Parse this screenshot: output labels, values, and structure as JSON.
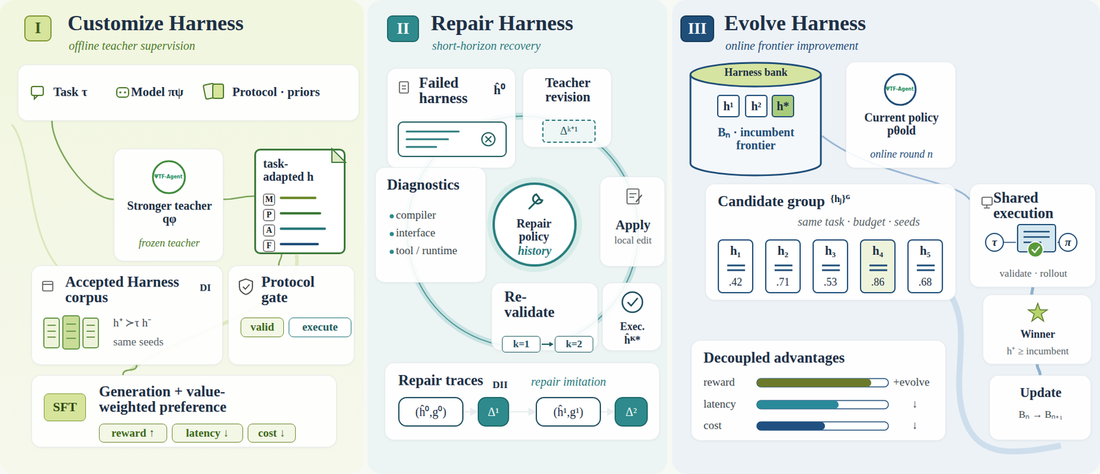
{
  "diagram": {
    "nodes": [
      {
        "text": [
          "Customize Harness",
          "offline teacher supervision"
        ]
      },
      {
        "text": [
          "I"
        ],
        "in": 0
      },
      {
        "text": [
          "Task τ",
          "Model πψ",
          "Protocol · priors"
        ],
        "in": 0
      },
      {
        "text": [
          "Stronger teacher qφ",
          "frozen teacher"
        ],
        "in": 0
      },
      {
        "text": [
          "task-adapted h"
        ],
        "in": 0
      },
      {
        "text": [
          "M"
        ],
        "in": 4
      },
      {
        "text": [
          "P"
        ],
        "in": 4
      },
      {
        "text": [
          "A"
        ],
        "in": 4
      },
      {
        "text": [
          "F"
        ],
        "in": 4
      },
      {
        "text": [
          "Accepted Harness corpus",
          "DI",
          "h⁺ ≻τ h⁻",
          "same seeds"
        ],
        "in": 0
      },
      {
        "text": [
          "Protocol gate"
        ],
        "in": 0
      },
      {
        "text": [
          "valid"
        ],
        "in": 10
      },
      {
        "text": [
          "execute"
        ],
        "in": 10
      },
      {
        "text": [
          "Generation + value-weighted preference"
        ],
        "in": 0
      },
      {
        "text": [
          "SFT"
        ],
        "in": 13
      },
      {
        "text": [
          "reward ↑"
        ],
        "in": 13
      },
      {
        "text": [
          "latency ↓"
        ],
        "in": 13
      },
      {
        "text": [
          "cost ↓"
        ],
        "in": 13
      },
      {
        "text": [
          "Repair Harness",
          "short-horizon recovery"
        ]
      },
      {
        "text": [
          "II"
        ],
        "in": 18
      },
      {
        "text": [
          "Failed harness",
          "ĥ⁰"
        ],
        "in": 18
      },
      {
        "text": [
          "Teacher revision"
        ],
        "in": 18
      },
      {
        "text": [
          "Δᵏ⁺¹"
        ],
        "in": 21
      },
      {
        "text": [
          "Diagnostics",
          "compiler",
          "interface",
          "tool / runtime"
        ],
        "in": 18
      },
      {
        "text": [
          "Repair policy",
          "history"
        ],
        "in": 18
      },
      {
        "text": [
          "Apply",
          "local edit"
        ],
        "in": 18
      },
      {
        "text": [
          "Re-validate"
        ],
        "in": 18
      },
      {
        "text": [
          "k=1"
        ],
        "in": 26
      },
      {
        "text": [
          "k=2"
        ],
        "in": 26
      },
      {
        "text": [
          "Exec.",
          "ĥᴷ*"
        ],
        "in": 18
      },
      {
        "text": [
          "Repair traces",
          "DII",
          "repair imitation"
        ],
        "in": 18
      },
      {
        "text": [
          "(ĥ⁰,g⁰)"
        ],
        "in": 30
      },
      {
        "text": [
          "Δ¹"
        ],
        "in": 30
      },
      {
        "text": [
          "(ĥ¹,g¹)"
        ],
        "in": 30
      },
      {
        "text": [
          "Δ²"
        ],
        "in": 30
      },
      {
        "text": [
          "Evolve Harness",
          "online frontier improvement"
        ]
      },
      {
        "text": [
          "III"
        ],
        "in": 35
      },
      {
        "text": [
          "Harness bank",
          "Bₙ · incumbent frontier"
        ],
        "in": 35
      },
      {
        "text": [
          "h¹"
        ],
        "in": 37
      },
      {
        "text": [
          "h²"
        ],
        "in": 37
      },
      {
        "text": [
          "h*"
        ],
        "in": 37
      },
      {
        "text": [
          "Current policy pθold",
          "online round n"
        ],
        "in": 35
      },
      {
        "text": [
          "Candidate group",
          "{hⱼ}ᴳ",
          "same task · budget · seeds"
        ],
        "in": 35
      },
      {
        "text": [
          "h₁",
          ".42"
        ],
        "in": 42
      },
      {
        "text": [
          "h₂",
          ".71"
        ],
        "in": 42
      },
      {
        "text": [
          "h₃",
          ".53"
        ],
        "in": 42
      },
      {
        "text": [
          "h₄",
          ".86"
        ],
        "in": 42
      },
      {
        "text": [
          "h₅",
          ".68"
        ],
        "in": 42
      },
      {
        "text": [
          "Shared execution",
          "validate · rollout"
        ],
        "in": 35
      },
      {
        "text": [
          "τ"
        ],
        "in": 48
      },
      {
        "text": [
          "π"
        ],
        "in": 48
      },
      {
        "text": [
          "Winner",
          "h⁺ ≥ incumbent"
        ],
        "in": 35
      },
      {
        "text": [
          "Decoupled advantages",
          "reward",
          "latency",
          "cost",
          "+evolve",
          "↓",
          "↓"
        ],
        "in": 35
      },
      {
        "text": [
          "Update",
          "Bₙ → Bₙ₊₁"
        ],
        "in": 35
      }
    ],
    "edges": [
      {
        "from": 2,
        "to": 3,
        "arrow": "none"
      },
      {
        "from": 3,
        "to": 4,
        "arrow": "none"
      },
      {
        "from": 4,
        "to": 10,
        "arrow": "none"
      },
      {
        "from": 9,
        "to": 13,
        "arrow": "none"
      },
      {
        "from": 31,
        "to": 32,
        "arrow": "to"
      },
      {
        "from": 32,
        "to": 33,
        "arrow": "to"
      },
      {
        "from": 33,
        "to": 34,
        "arrow": "to"
      },
      {
        "from": 37,
        "to": 48,
        "arrow": "none"
      },
      {
        "from": 48,
        "to": 51,
        "arrow": "none"
      },
      {
        "from": 51,
        "to": 53,
        "arrow": "none"
      }
    ],
    "labels": [
      "ΨTF-Agent",
      "ΨTF-Agent"
    ]
  }
}
